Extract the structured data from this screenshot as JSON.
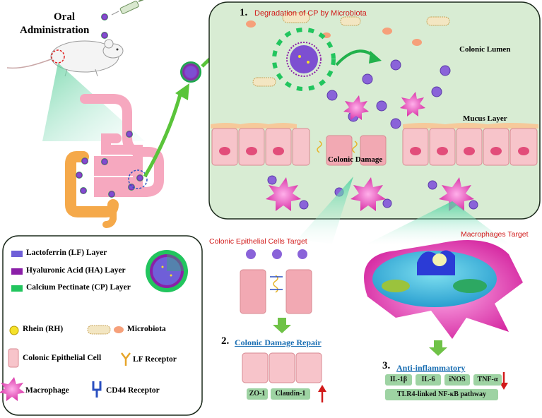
{
  "left_panel": {
    "title_line1": "Oral",
    "title_line2": "Administration"
  },
  "lumen_panel": {
    "step1_num": "1.",
    "step1_title": "Degradation of CP by Microbiota",
    "colonic_lumen": "Colonic Lumen",
    "mucus_layer": "Mucus Layer",
    "colonic_damage": "Colonic Damage"
  },
  "targets": {
    "epithelial_target": "Colonic Epithelial Cells Target",
    "macrophage_target": "Macrophages Target"
  },
  "step2": {
    "num": "2.",
    "title": "Colonic Damage Repair",
    "markers": [
      "ZO-1",
      "Claudin-1"
    ]
  },
  "step3": {
    "num": "3.",
    "title": "Anti-inflammatory",
    "markers": [
      "IL-1β",
      "IL-6",
      "iNOS",
      "TNF-α"
    ],
    "pathway": "TLR4-linked NF-κB  pathway"
  },
  "legend": {
    "lf_layer": "Lactoferrin (LF) Layer",
    "ha_layer": "Hyaluronic Acid (HA) Layer",
    "cp_layer": "Calcium Pectinate (CP) Layer",
    "rhein": "Rhein (RH)",
    "microbiota": "Microbiota",
    "epithelial_cell": "Colonic Epithelial Cell",
    "lf_receptor": "LF Receptor",
    "macrophage": "Macrophage",
    "cd44": "CD44  Receptor"
  },
  "colors": {
    "lf": "#6f5fd8",
    "ha": "#8b1fa8",
    "cp": "#22c55e",
    "lumen_bg": "#d8ecd3",
    "macrophage": "#e040b8",
    "epithelial": "#f6c2c8",
    "red_text": "#d11a1a",
    "link_blue": "#1b6fb3",
    "arrow_green": "#5ac43a"
  }
}
